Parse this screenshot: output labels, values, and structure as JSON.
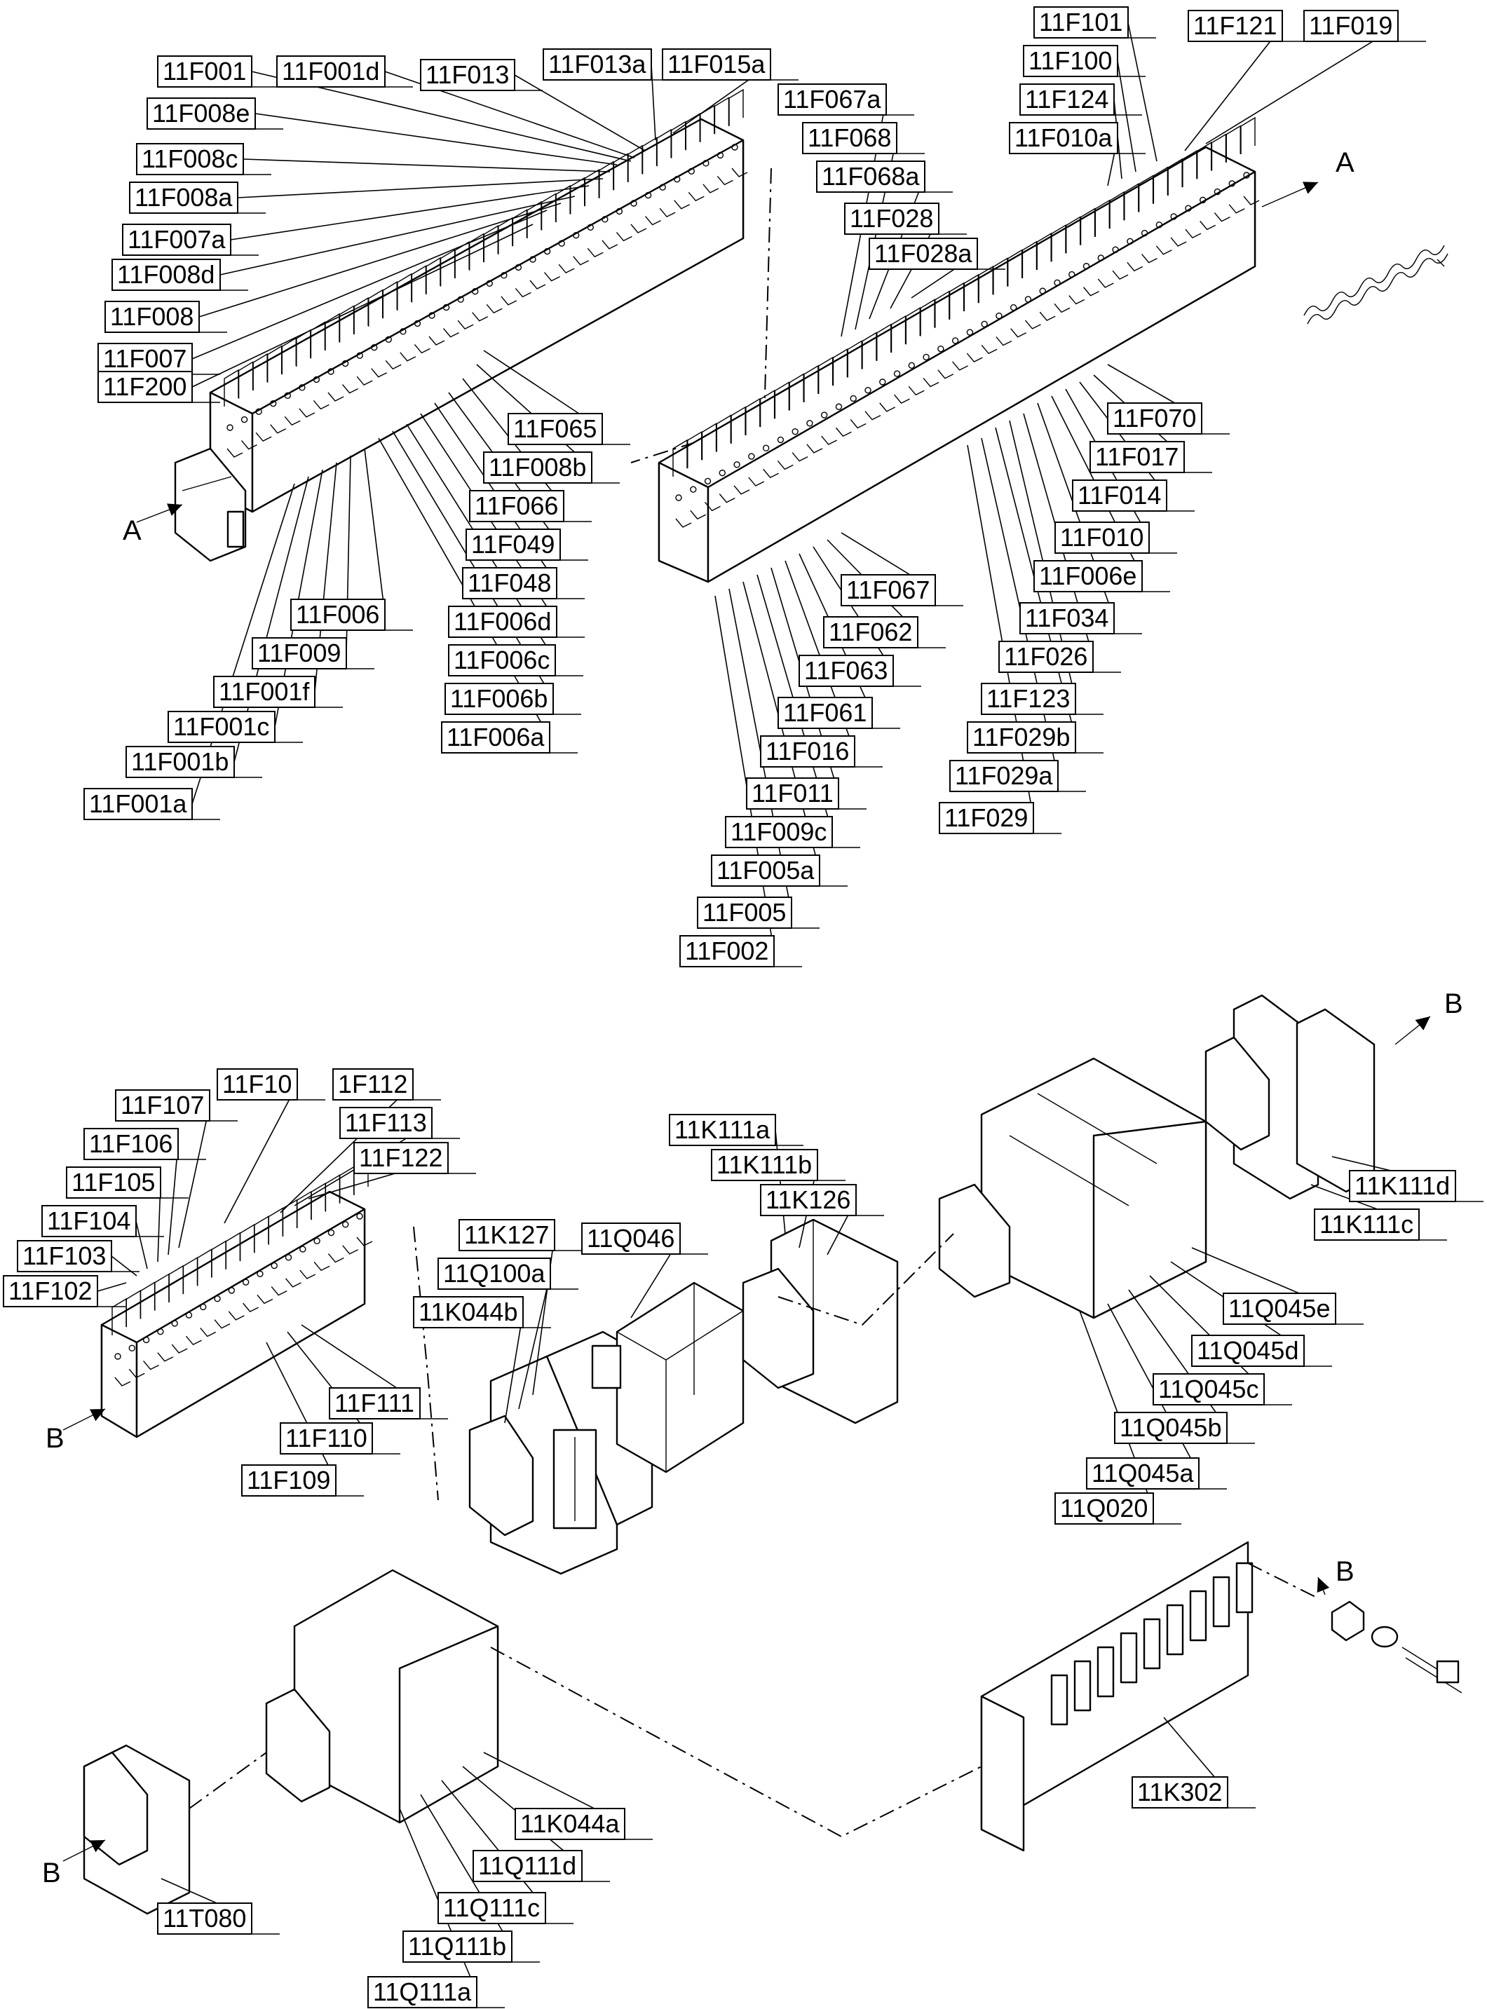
{
  "diagram": {
    "labels": [
      "11F001",
      "11F001d",
      "11F013",
      "11F013a",
      "11F015a",
      "11F008e",
      "11F008c",
      "11F008a",
      "11F007a",
      "11F008d",
      "11F008",
      "11F007",
      "11F200",
      "11F065",
      "11F008b",
      "11F066",
      "11F049",
      "11F048",
      "11F006d",
      "11F006c",
      "11F006b",
      "11F006a",
      "11F006",
      "11F009",
      "11F001f",
      "11F001c",
      "11F001b",
      "11F001a",
      "11F101",
      "11F121",
      "11F019",
      "11F100",
      "11F124",
      "11F010a",
      "11F067a",
      "11F068",
      "11F068a",
      "11F028",
      "11F028a",
      "11F070",
      "11F017",
      "11F014",
      "11F010",
      "11F006e",
      "11F034",
      "11F026",
      "11F123",
      "11F029b",
      "11F029a",
      "11F029",
      "11F067",
      "11F062",
      "11F063",
      "11F061",
      "11F016",
      "11F011",
      "11F009c",
      "11F005a",
      "11F005",
      "11F002",
      "11F107",
      "11F10",
      "1F112",
      "11F106",
      "11F113",
      "11F105",
      "11F122",
      "11F104",
      "11F103",
      "11F102",
      "11F111",
      "11F110",
      "11F109",
      "11K127",
      "11Q046",
      "11Q100a",
      "11K044b",
      "11K111a",
      "11K111b",
      "11K126",
      "11Q045e",
      "11Q045d",
      "11Q045c",
      "11Q045b",
      "11Q045a",
      "11Q020",
      "11K111d",
      "11K111c",
      "11K302",
      "11T080",
      "11K044a",
      "11Q111d",
      "11Q111c",
      "11Q111b",
      "11Q111a"
    ],
    "arrows": [
      "A",
      "A",
      "B",
      "B",
      "B",
      "B"
    ]
  }
}
